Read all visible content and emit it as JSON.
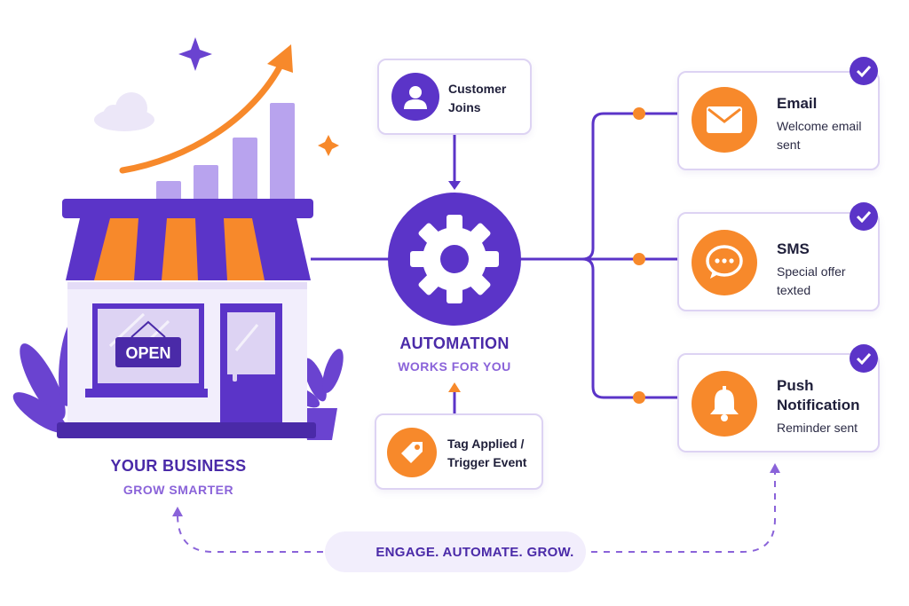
{
  "business": {
    "sign": "OPEN",
    "title": "YOUR BUSINESS",
    "subtitle": "GROW SMARTER"
  },
  "automation": {
    "title": "AUTOMATION",
    "subtitle": "WORKS FOR YOU"
  },
  "triggers": [
    {
      "icon": "user-icon",
      "line1": "Customer",
      "line2": "Joins"
    },
    {
      "icon": "tag-icon",
      "line1": "Tag Applied /",
      "line2": "Trigger Event"
    }
  ],
  "channels": [
    {
      "icon": "envelope-icon",
      "title": "Email",
      "sub1": "Welcome email",
      "sub2": "sent"
    },
    {
      "icon": "chat-bubble-icon",
      "title": "SMS",
      "sub1": "Special offer",
      "sub2": "texted"
    },
    {
      "icon": "bell-icon",
      "title": "Push",
      "title2": "Notification",
      "sub1": "Reminder sent"
    }
  ],
  "tagline": "ENGAGE. AUTOMATE. GROW.",
  "colors": {
    "purple_dark": "#4a2aa8",
    "purple": "#5b34c8",
    "purple_light": "#a88ce8",
    "orange": "#f7892b",
    "lavender": "#f2eefc"
  }
}
